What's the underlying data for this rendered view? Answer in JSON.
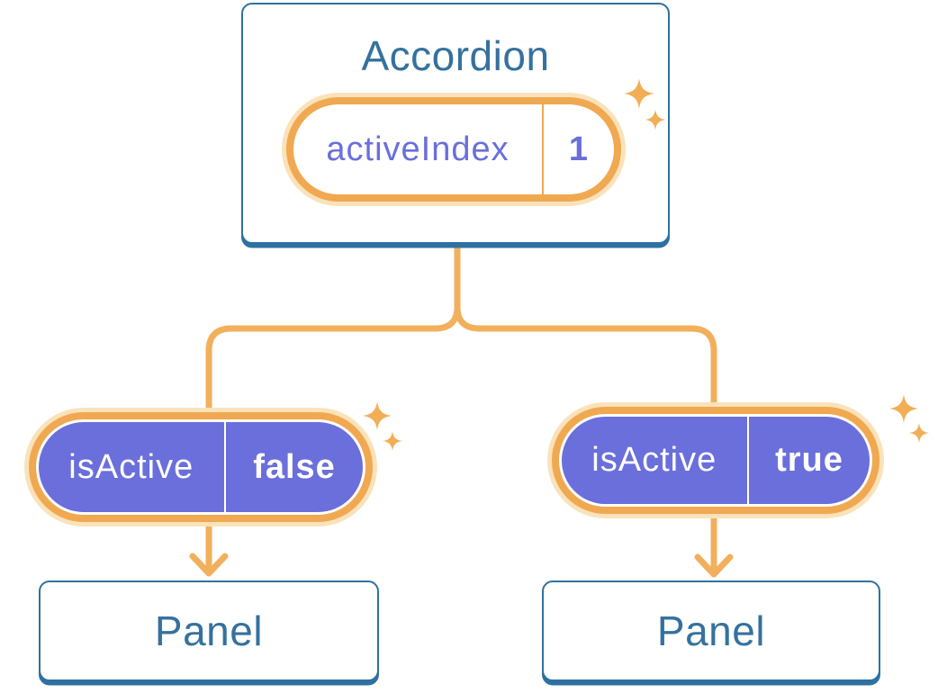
{
  "diagram": {
    "accordion": {
      "title": "Accordion",
      "state": {
        "name": "activeIndex",
        "value": "1"
      }
    },
    "children": [
      {
        "state": {
          "name": "isActive",
          "value": "false"
        },
        "panel": "Panel"
      },
      {
        "state": {
          "name": "isActive",
          "value": "true"
        },
        "panel": "Panel"
      }
    ]
  },
  "icons": {
    "sparkle": "sparkle-icon",
    "arrow": "arrow-down-icon"
  },
  "colors": {
    "blue_text": "#35719E",
    "blue_border": "#2E71A0",
    "orange": "#F0A851",
    "orange_line": "#F2B05C",
    "orange_pale": "#FAE2BA",
    "purple": "#6A6FDB",
    "white": "#FFFFFF"
  }
}
